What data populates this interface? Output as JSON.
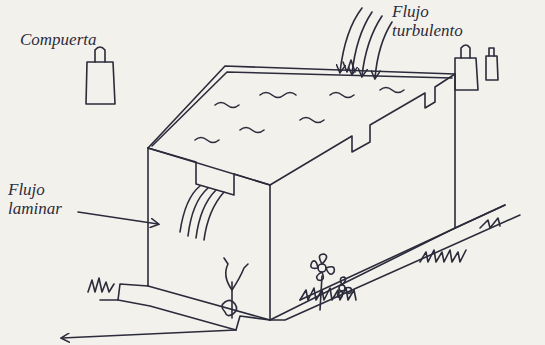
{
  "diagram": {
    "labels": [
      "Compuerta",
      "Flujo turbulento",
      "Flujo laminar"
    ]
  }
}
